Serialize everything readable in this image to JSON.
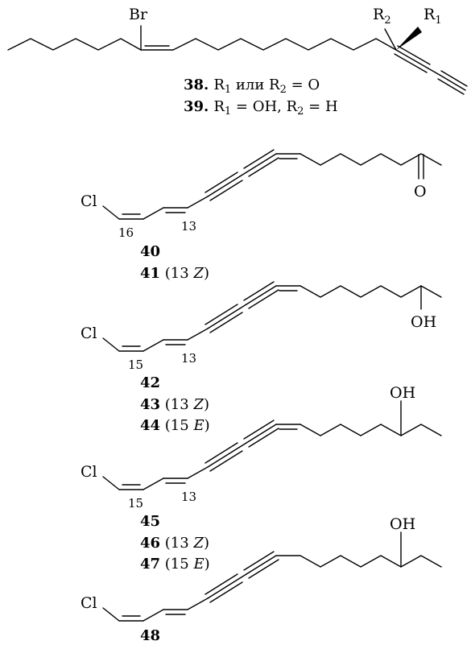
{
  "atoms": {
    "br": "Br",
    "r1": "R",
    "r1_sub": "1",
    "r2": "R",
    "r2_sub": "2",
    "cl": "Cl",
    "o": "O",
    "oh": "OH"
  },
  "compound_38_39": {
    "cap38_num": "38.",
    "cap38_text": "R",
    "cap38_sub": "1",
    "cap38_rest": " или R",
    "cap38_sub2": "2",
    "cap38_end": " = O",
    "cap39_num": "39.",
    "cap39_text": "R",
    "cap39_sub": "1",
    "cap39_rest": " = OH, R",
    "cap39_sub2": "2",
    "cap39_end": " = H"
  },
  "compound_40_41": {
    "locant_a": "16",
    "locant_b": "13",
    "cap40": "40",
    "cap41_num": "41",
    "cap41_open": " (13 ",
    "cap41_iso": "Z",
    "cap41_close": ")"
  },
  "compound_42_44": {
    "locant_a": "15",
    "locant_b": "13",
    "cap42": "42",
    "cap43_num": "43",
    "cap43_open": " (13 ",
    "cap43_iso": "Z",
    "cap43_close": ")",
    "cap44_num": "44",
    "cap44_open": " (15 ",
    "cap44_iso": "E",
    "cap44_close": ")"
  },
  "compound_45_47": {
    "locant_a": "15",
    "locant_b": "13",
    "cap45": "45",
    "cap46_num": "46",
    "cap46_open": " (13 ",
    "cap46_iso": "Z",
    "cap46_close": ")",
    "cap47_num": "47",
    "cap47_open": " (15 ",
    "cap47_iso": "E",
    "cap47_close": ")"
  },
  "compound_48": {
    "cap48": "48"
  }
}
